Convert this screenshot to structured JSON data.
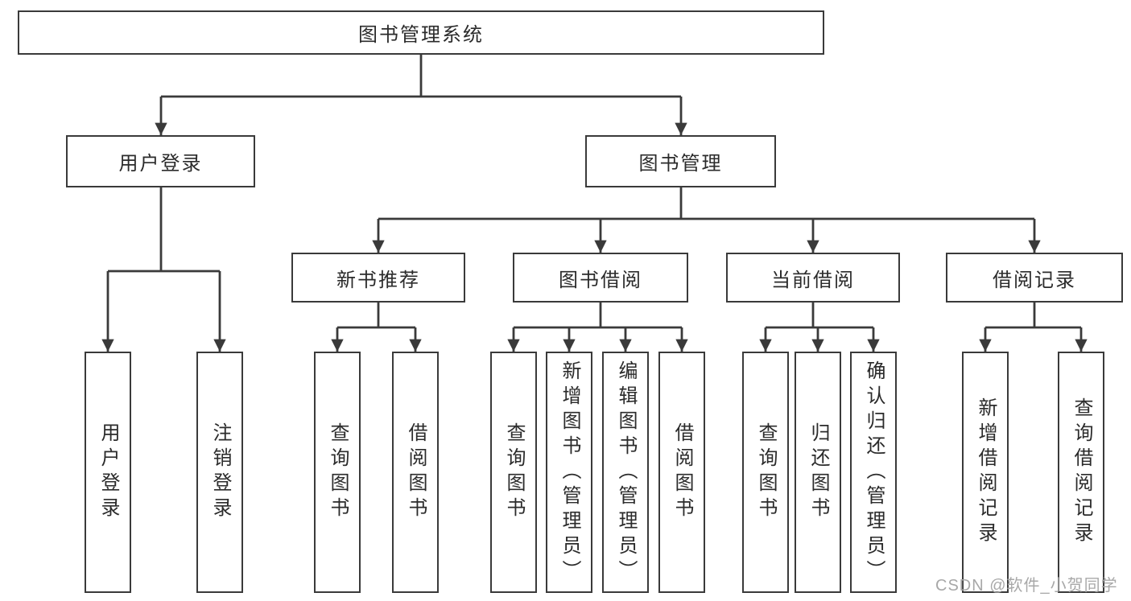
{
  "diagram": {
    "title": "图书管理系统",
    "branches": [
      {
        "label": "用户登录",
        "children": [
          "用户登录",
          "注销登录"
        ]
      },
      {
        "label": "图书管理",
        "children": [
          {
            "label": "新书推荐",
            "children": [
              "查询图书",
              "借阅图书"
            ]
          },
          {
            "label": "图书借阅",
            "children": [
              "查询图书",
              "新增图书（管理员）",
              "编辑图书（管理员）",
              "借阅图书"
            ]
          },
          {
            "label": "当前借阅",
            "children": [
              "查询图书",
              "归还图书",
              "确认归还（管理员）"
            ]
          },
          {
            "label": "借阅记录",
            "children": [
              "新增借阅记录",
              "查询借阅记录"
            ]
          }
        ]
      }
    ],
    "watermark": "CSDN @软件_小贺同学",
    "colors": {
      "line": "#3a3a3a",
      "text": "#2b2b2b",
      "watermark": "#a8a8a8",
      "background": "#ffffff"
    }
  }
}
